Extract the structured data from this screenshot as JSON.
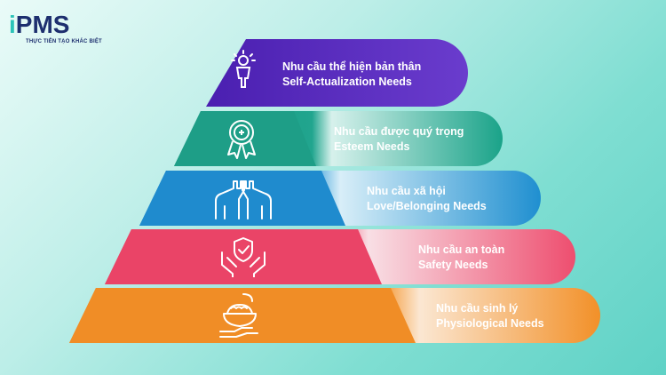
{
  "logo": {
    "brand": "iPMS",
    "tagline": "THỰC TIỄN TẠO KHÁC BIỆT",
    "colors": {
      "primary": "#1d2f6f",
      "accent": "#2cc3b8"
    }
  },
  "pyramid": [
    {
      "id": "self-actualization",
      "title_vi": "Nhu cầu thể hiện bản thân",
      "title_en": "Self-Actualization Needs",
      "color": "#5a2db6",
      "icon": "person-icon"
    },
    {
      "id": "esteem",
      "title_vi": "Nhu cầu được quý trọng",
      "title_en": "Esteem Needs",
      "color": "#1f9c86",
      "icon": "award-badge-icon"
    },
    {
      "id": "love-belonging",
      "title_vi": "Nhu cầu xã hội",
      "title_en": "Love/Belonging Needs",
      "color": "#1f8fd0",
      "icon": "high-five-icon"
    },
    {
      "id": "safety",
      "title_vi": "Nhu cầu an toàn",
      "title_en": "Safety Needs",
      "color": "#ec4a6b",
      "icon": "protection-hands-icon"
    },
    {
      "id": "physiological",
      "title_vi": "Nhu cầu sinh lý",
      "title_en": "Physiological Needs",
      "color": "#f0912a",
      "icon": "food-bowl-icon"
    }
  ]
}
